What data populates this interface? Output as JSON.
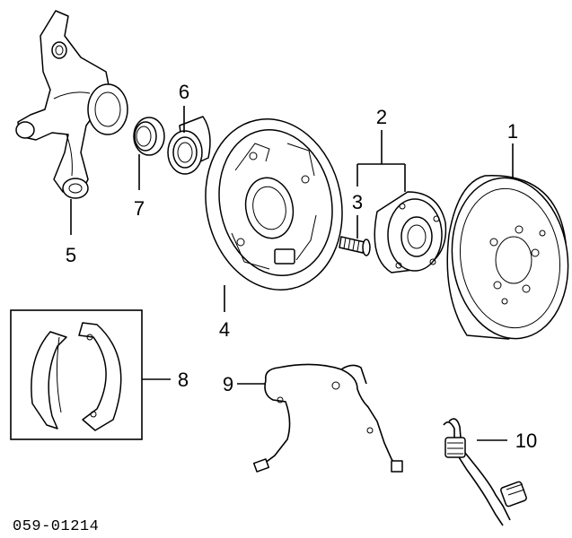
{
  "diagram_code": "059-01214",
  "callouts": {
    "c1": "1",
    "c2": "2",
    "c3": "3",
    "c4": "4",
    "c5": "5",
    "c6": "6",
    "c7": "7",
    "c8": "8",
    "c9": "9",
    "c10": "10"
  }
}
